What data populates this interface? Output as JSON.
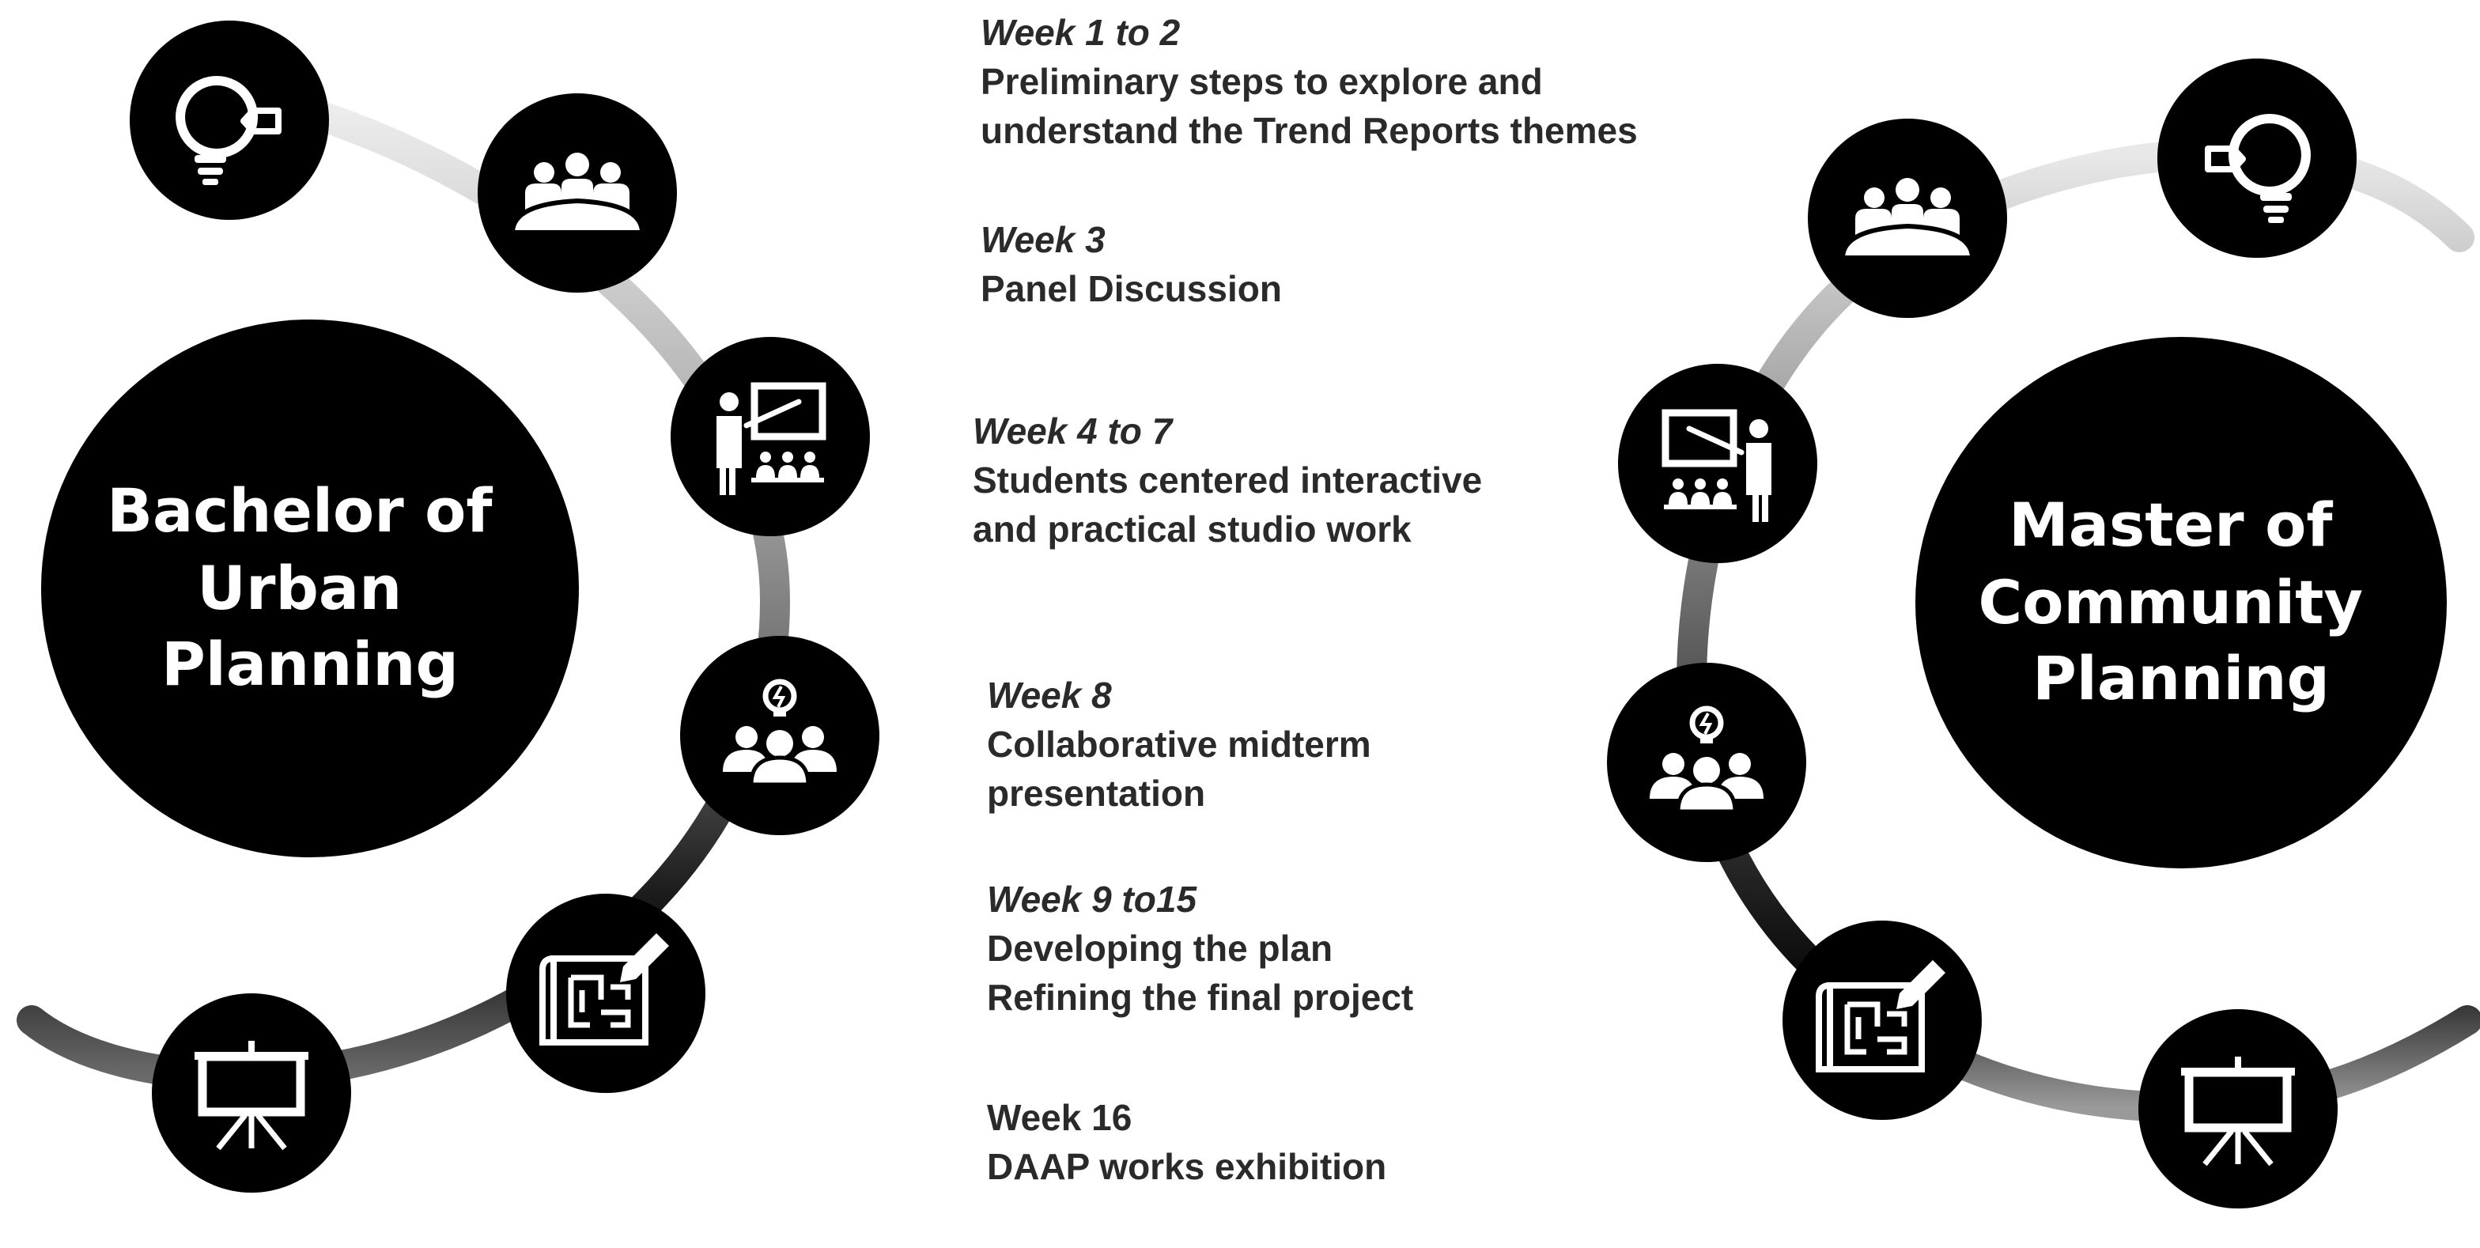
{
  "programs": {
    "left": {
      "lines": [
        "Bachelor of",
        "Urban",
        "Planning"
      ]
    },
    "right": {
      "lines": [
        "Master of",
        "Community",
        "Planning"
      ]
    }
  },
  "steps": [
    {
      "week": "Week 1 to 2",
      "desc": [
        "Preliminary steps to explore and",
        "understand the Trend Reports themes"
      ],
      "icon": "ideation-lightbulb-icon"
    },
    {
      "week": "Week 3",
      "desc": [
        "Panel Discussion"
      ],
      "icon": "panel-meeting-icon"
    },
    {
      "week": "Week 4 to 7",
      "desc": [
        "Students centered interactive",
        "and practical studio work"
      ],
      "icon": "classroom-teaching-icon"
    },
    {
      "week": "Week 8",
      "desc": [
        "Collaborative midterm",
        "presentation"
      ],
      "icon": "collaboration-team-idea-icon"
    },
    {
      "week": "Week 9 to15",
      "desc": [
        "Developing the plan",
        "Refining the final project"
      ],
      "icon": "blueprint-drafting-icon"
    },
    {
      "week": "Week 16",
      "desc": [
        "DAAP works exhibition"
      ],
      "icon": "exhibition-presentation-board-icon"
    }
  ],
  "colors": {
    "circle_fill": "#000000",
    "icon_fill": "#ffffff",
    "text": "#2a2a2a",
    "arc_light": "#cfcfcf",
    "arc_mid": "#8a8a8a",
    "arc_dark": "#1a1a1a"
  }
}
